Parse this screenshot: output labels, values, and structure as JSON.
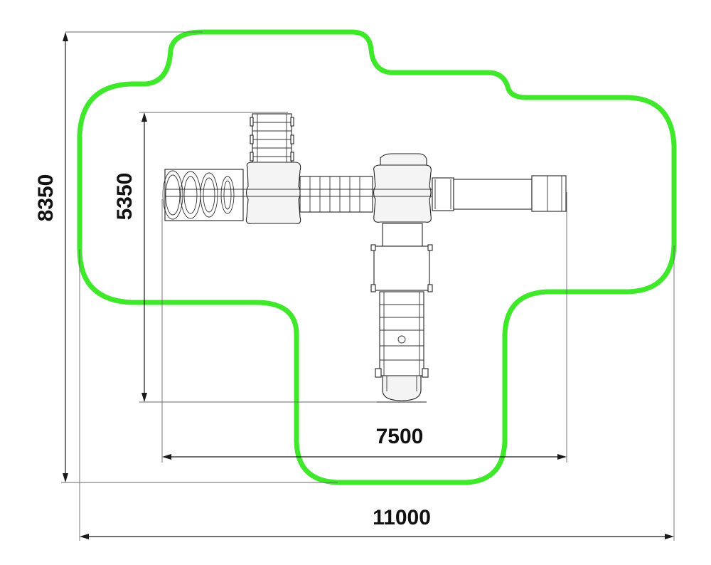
{
  "colors": {
    "safety_zone": "#3fe82a",
    "lines": "#1a1a1a"
  },
  "dimensions": {
    "overall_width": "11000",
    "overall_depth": "8350",
    "equipment_width": "7500",
    "equipment_depth": "5350"
  }
}
